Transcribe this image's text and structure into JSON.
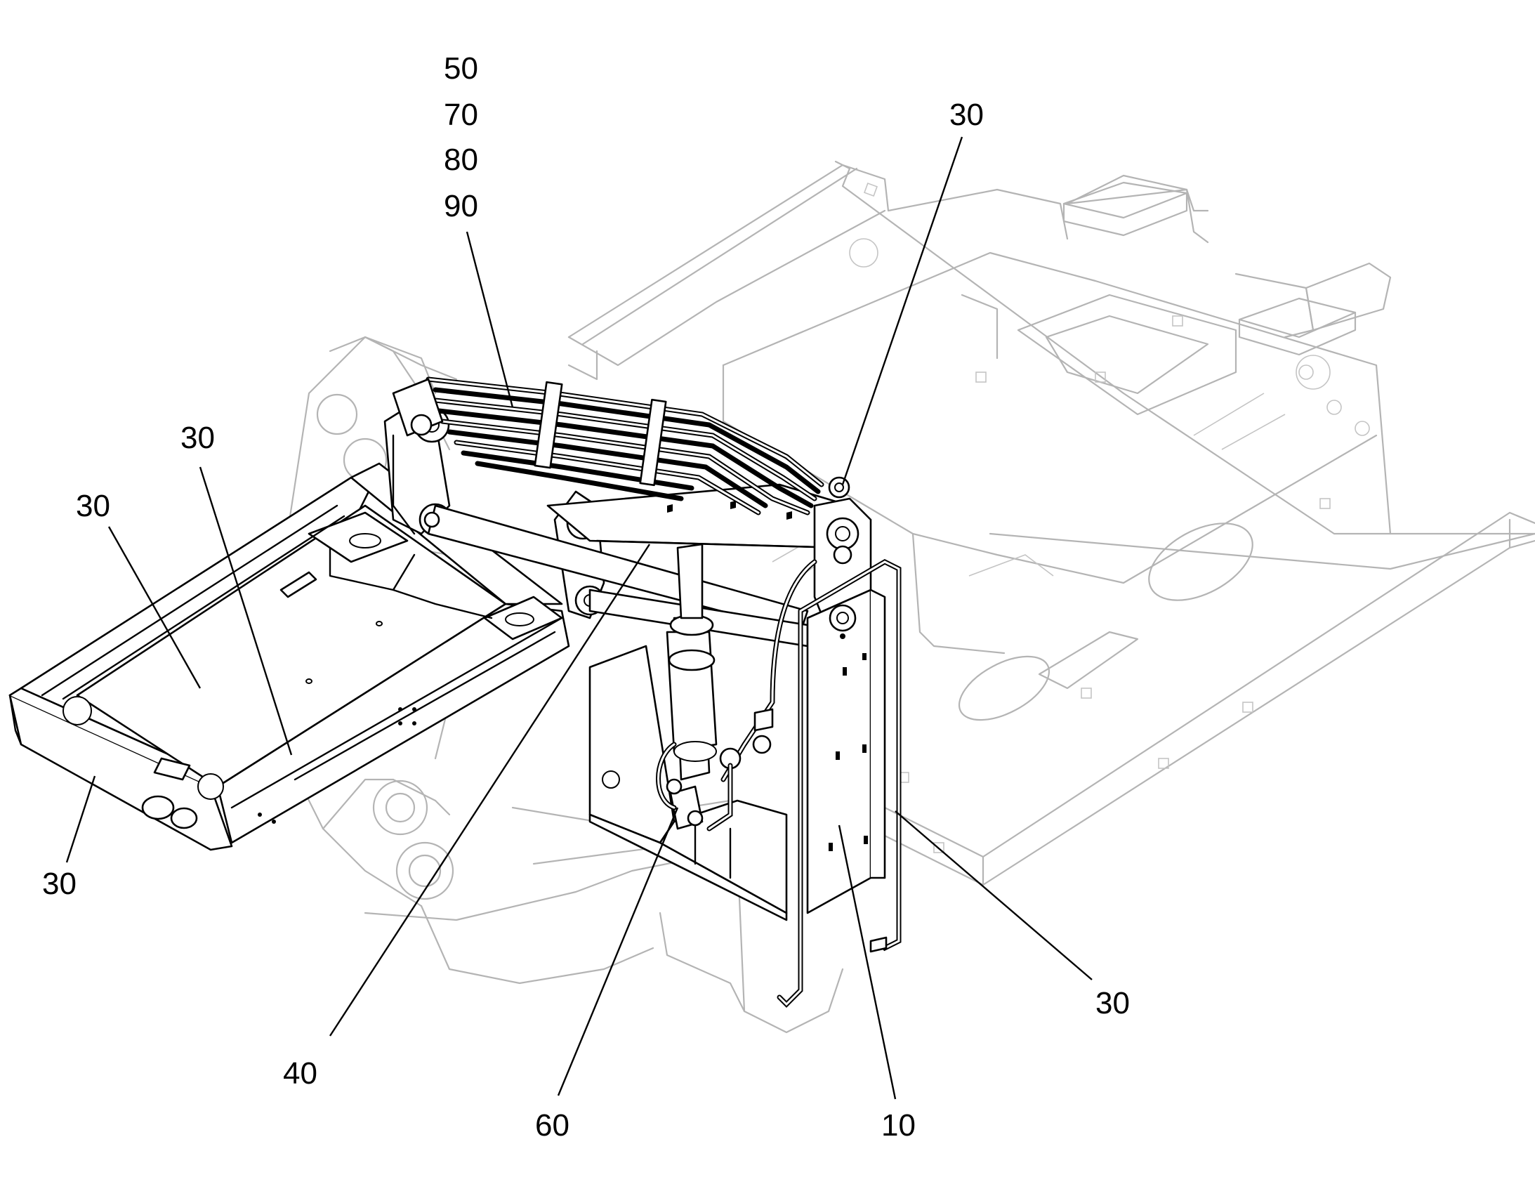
{
  "figure": {
    "labels": [
      {
        "id": "label-50-top",
        "text": "50"
      },
      {
        "id": "label-70-top",
        "text": "70"
      },
      {
        "id": "label-80-top",
        "text": "80"
      },
      {
        "id": "label-90-top",
        "text": "90"
      },
      {
        "id": "label-30-upper-right",
        "text": "30"
      },
      {
        "id": "label-30-left-a",
        "text": "30"
      },
      {
        "id": "label-30-left-b",
        "text": "30"
      },
      {
        "id": "label-30-lower-left",
        "text": "30"
      },
      {
        "id": "label-30-lower-right",
        "text": "30"
      },
      {
        "id": "label-40",
        "text": "40"
      },
      {
        "id": "label-60",
        "text": "60"
      },
      {
        "id": "label-10",
        "text": "10"
      }
    ]
  }
}
